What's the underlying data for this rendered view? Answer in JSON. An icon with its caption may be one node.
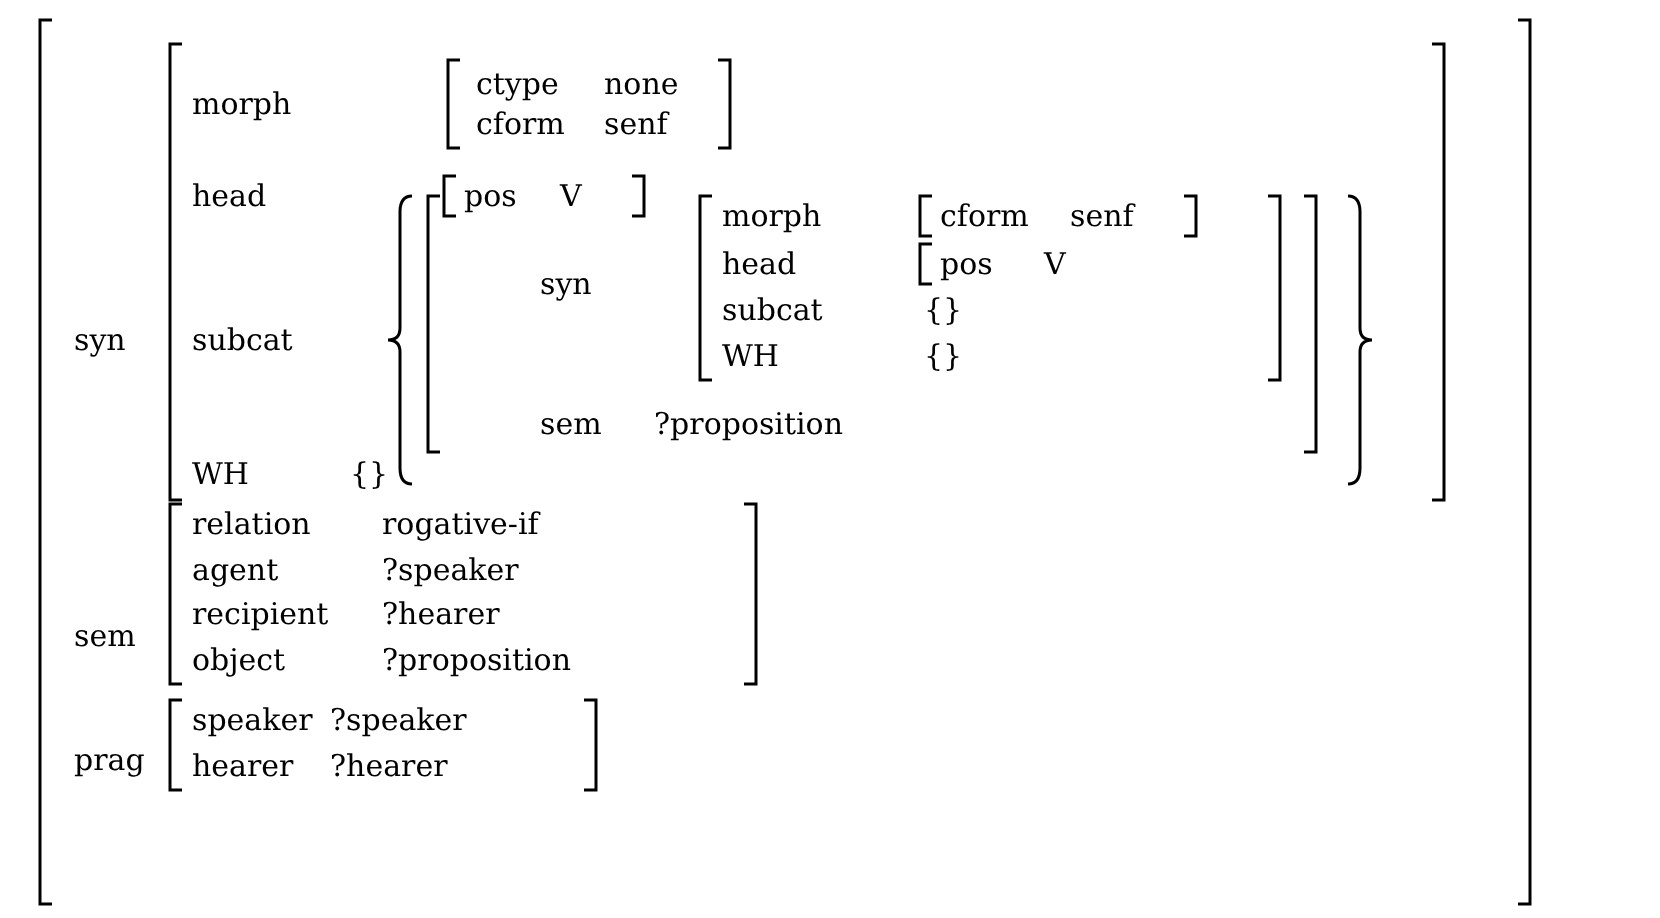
{
  "diagram": {
    "labels": [
      "syn",
      "morph",
      "ctype",
      "none",
      "cform",
      "senf",
      "head",
      "pos",
      "V",
      "subcat",
      "syn",
      "morph",
      "cform",
      "senf",
      "head",
      "pos",
      "V",
      "subcat",
      "{}",
      "WH",
      "{}",
      "sem",
      "?proposition",
      "WH",
      "{}",
      "sem",
      "relation",
      "rogative-if",
      "agent",
      "?speaker",
      "recipient",
      "?hearer",
      "object",
      "?proposition",
      "prag",
      "speaker",
      "?speaker",
      "hearer",
      "?hearer"
    ]
  }
}
